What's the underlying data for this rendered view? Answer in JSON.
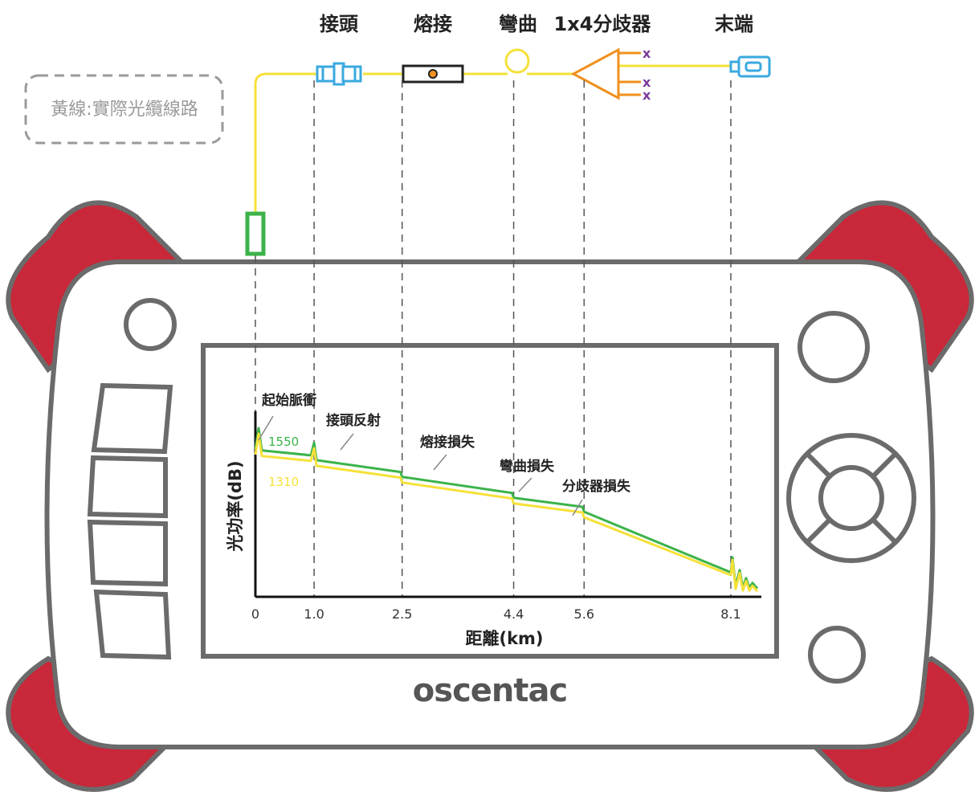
{
  "link": {
    "components": [
      {
        "label": "接頭",
        "icon": "connector-icon"
      },
      {
        "label": "熔接",
        "icon": "fusion-splice-icon"
      },
      {
        "label": "彎曲",
        "icon": "bend-icon"
      },
      {
        "label": "1x4分歧器",
        "icon": "splitter-icon"
      },
      {
        "label": "末端",
        "icon": "end-connector-icon"
      }
    ],
    "legend": "黃線:實際光纜線路",
    "colors": {
      "fiber": "#f5e13a",
      "connector": "#3aa9df",
      "splice": "#222222",
      "splitter": "#f0901e",
      "unused_port": "#7a3a9a",
      "launch": "#3cb34a"
    }
  },
  "device": {
    "brand": "oscentac",
    "colors": {
      "bumper": "#c8283a",
      "body": "#ffffff",
      "outline": "#6b6b6b"
    }
  },
  "chart_data": {
    "type": "line",
    "ylabel": "光功率(dB)",
    "xlabel": "距離(km)",
    "x_ticks": [
      "0",
      "1.0",
      "2.5",
      "4.4",
      "5.6",
      "8.1"
    ],
    "series": [
      {
        "name": "1550",
        "color": "#3cb34a",
        "points": [
          [
            0,
            10.6
          ],
          [
            1.0,
            9.8
          ],
          [
            2.5,
            8.6
          ],
          [
            4.4,
            7.1
          ],
          [
            5.6,
            6.1
          ],
          [
            8.1,
            1.8
          ]
        ]
      },
      {
        "name": "1310",
        "color": "#f5e13a",
        "points": [
          [
            0,
            10.2
          ],
          [
            1.0,
            9.4
          ],
          [
            2.5,
            8.2
          ],
          [
            4.4,
            6.7
          ],
          [
            5.6,
            5.7
          ],
          [
            8.1,
            1.6
          ]
        ]
      }
    ],
    "annotations": [
      {
        "x": 0,
        "text": "起始脈衝"
      },
      {
        "x": 1.0,
        "text": "接頭反射"
      },
      {
        "x": 2.5,
        "text": "熔接損失"
      },
      {
        "x": 4.4,
        "text": "彎曲損失"
      },
      {
        "x": 5.6,
        "text": "分歧器損失"
      }
    ],
    "grid": false
  }
}
